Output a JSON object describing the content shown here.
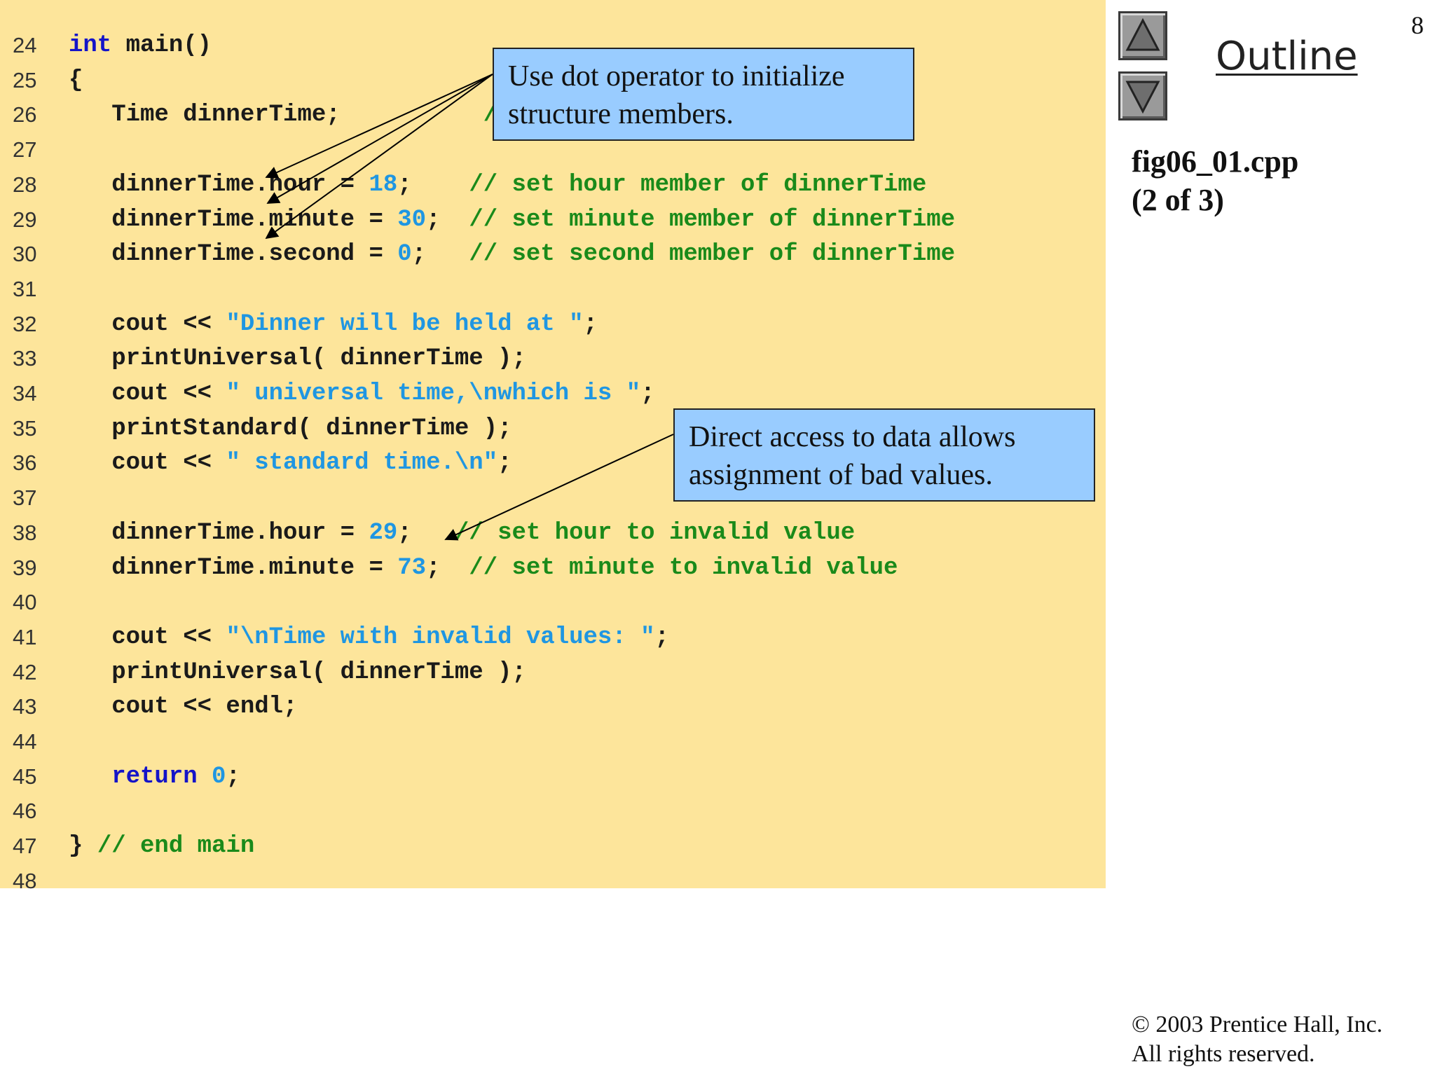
{
  "slide": {
    "number": "8",
    "outline_title": "Outline",
    "file_name": "fig06_01.cpp",
    "page_progress": "(2 of 3)",
    "copyright": "© 2003 Prentice Hall, Inc.",
    "rights": "All rights reserved."
  },
  "nav": {
    "up_icon": "triangle-up-icon",
    "down_icon": "triangle-down-icon"
  },
  "callouts": {
    "dot_operator": "Use dot operator to initialize\nstructure members.",
    "direct_access": "Direct access to data allows\nassignment of bad values."
  },
  "colors": {
    "code_background": "#fde59b",
    "keyword": "#1414c8",
    "string_literal": "#1f96e2",
    "comment": "#1a8a1a",
    "callout_background": "#99ccff"
  },
  "code": [
    {
      "n": "24",
      "tokens": [
        {
          "t": "int",
          "c": "k"
        },
        {
          "t": " main()",
          "c": "n"
        }
      ]
    },
    {
      "n": "25",
      "tokens": [
        {
          "t": "{",
          "c": "n"
        }
      ]
    },
    {
      "n": "26",
      "tokens": [
        {
          "t": "   Time dinnerTime;          ",
          "c": "n"
        },
        {
          "t": "// variable of new type Time",
          "c": "c"
        }
      ]
    },
    {
      "n": "27",
      "tokens": []
    },
    {
      "n": "28",
      "tokens": [
        {
          "t": "   dinnerTime.hour = ",
          "c": "n"
        },
        {
          "t": "18",
          "c": "s"
        },
        {
          "t": ";    ",
          "c": "n"
        },
        {
          "t": "// set hour member of dinnerTime",
          "c": "c"
        }
      ]
    },
    {
      "n": "29",
      "tokens": [
        {
          "t": "   dinnerTime.minute = ",
          "c": "n"
        },
        {
          "t": "30",
          "c": "s"
        },
        {
          "t": ";  ",
          "c": "n"
        },
        {
          "t": "// set minute member of dinnerTime",
          "c": "c"
        }
      ]
    },
    {
      "n": "30",
      "tokens": [
        {
          "t": "   dinnerTime.second = ",
          "c": "n"
        },
        {
          "t": "0",
          "c": "s"
        },
        {
          "t": ";   ",
          "c": "n"
        },
        {
          "t": "// set second member of dinnerTime",
          "c": "c"
        }
      ]
    },
    {
      "n": "31",
      "tokens": []
    },
    {
      "n": "32",
      "tokens": [
        {
          "t": "   cout << ",
          "c": "n"
        },
        {
          "t": "\"Dinner will be held at \"",
          "c": "s"
        },
        {
          "t": ";",
          "c": "n"
        }
      ]
    },
    {
      "n": "33",
      "tokens": [
        {
          "t": "   printUniversal( dinnerTime );",
          "c": "n"
        }
      ]
    },
    {
      "n": "34",
      "tokens": [
        {
          "t": "   cout << ",
          "c": "n"
        },
        {
          "t": "\" universal time,\\nwhich is \"",
          "c": "s"
        },
        {
          "t": ";",
          "c": "n"
        }
      ]
    },
    {
      "n": "35",
      "tokens": [
        {
          "t": "   printStandard( dinnerTime );",
          "c": "n"
        }
      ]
    },
    {
      "n": "36",
      "tokens": [
        {
          "t": "   cout << ",
          "c": "n"
        },
        {
          "t": "\" standard time.\\n\"",
          "c": "s"
        },
        {
          "t": ";",
          "c": "n"
        }
      ]
    },
    {
      "n": "37",
      "tokens": []
    },
    {
      "n": "38",
      "tokens": [
        {
          "t": "   dinnerTime.hour = ",
          "c": "n"
        },
        {
          "t": "29",
          "c": "s"
        },
        {
          "t": ";   ",
          "c": "n"
        },
        {
          "t": "// set hour to invalid value",
          "c": "c"
        }
      ]
    },
    {
      "n": "39",
      "tokens": [
        {
          "t": "   dinnerTime.minute = ",
          "c": "n"
        },
        {
          "t": "73",
          "c": "s"
        },
        {
          "t": ";  ",
          "c": "n"
        },
        {
          "t": "// set minute to invalid value",
          "c": "c"
        }
      ]
    },
    {
      "n": "40",
      "tokens": []
    },
    {
      "n": "41",
      "tokens": [
        {
          "t": "   cout << ",
          "c": "n"
        },
        {
          "t": "\"\\nTime with invalid values: \"",
          "c": "s"
        },
        {
          "t": ";",
          "c": "n"
        }
      ]
    },
    {
      "n": "42",
      "tokens": [
        {
          "t": "   printUniversal( dinnerTime );",
          "c": "n"
        }
      ]
    },
    {
      "n": "43",
      "tokens": [
        {
          "t": "   cout << endl;",
          "c": "n"
        }
      ]
    },
    {
      "n": "44",
      "tokens": []
    },
    {
      "n": "45",
      "tokens": [
        {
          "t": "   ",
          "c": "n"
        },
        {
          "t": "return",
          "c": "k"
        },
        {
          "t": " ",
          "c": "n"
        },
        {
          "t": "0",
          "c": "s"
        },
        {
          "t": ";",
          "c": "n"
        }
      ]
    },
    {
      "n": "46",
      "tokens": []
    },
    {
      "n": "47",
      "tokens": [
        {
          "t": "} ",
          "c": "n"
        },
        {
          "t": "// end main",
          "c": "c"
        }
      ]
    },
    {
      "n": "48",
      "tokens": []
    }
  ]
}
